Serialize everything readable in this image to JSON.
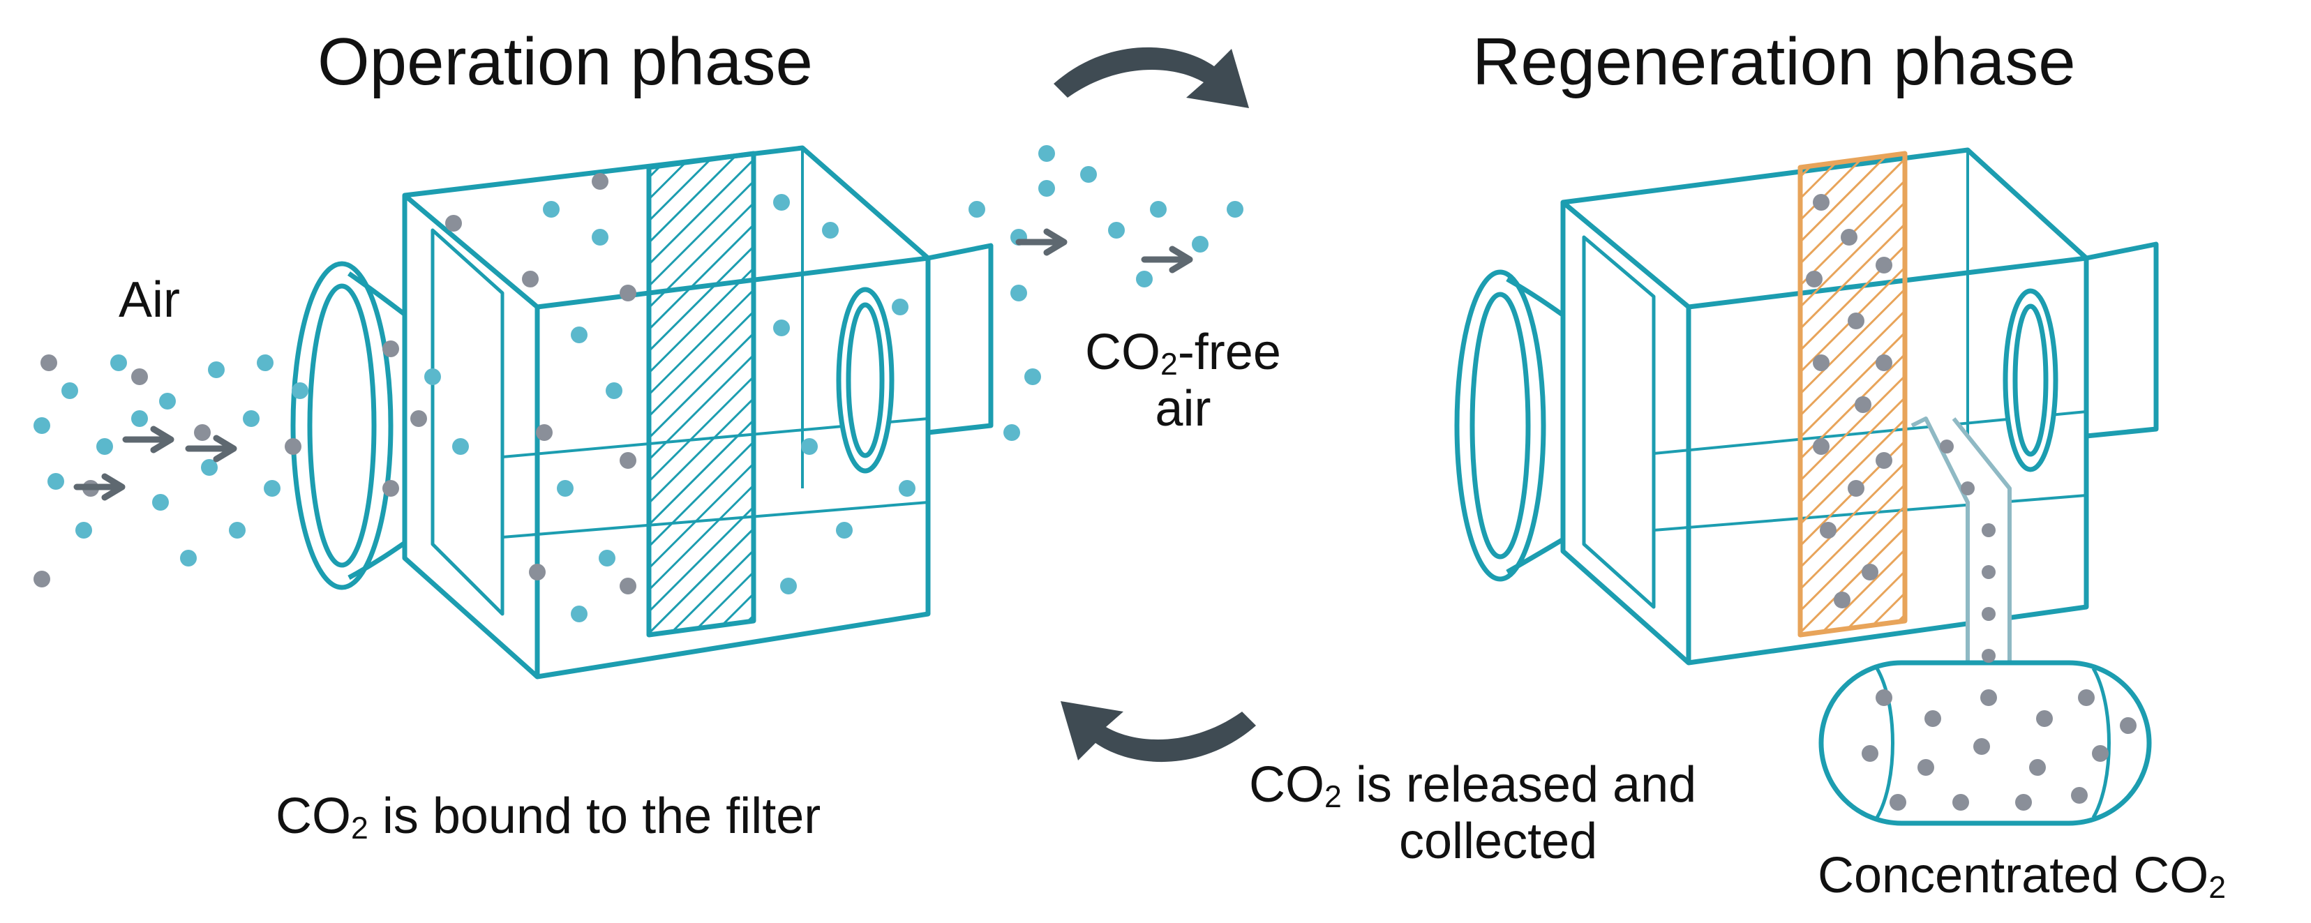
{
  "titles": {
    "operation": "Operation phase",
    "regeneration": "Regeneration phase"
  },
  "labels": {
    "air": "Air",
    "co2_free_prefix": "CO",
    "co2_free_sub": "2",
    "co2_free_line1_rest": "-free",
    "co2_free_line2": "air",
    "bound_prefix": "CO",
    "bound_sub": "2",
    "bound_rest": " is bound to the filter",
    "released_prefix": "CO",
    "released_sub": "2",
    "released_line1_rest": " is released and",
    "released_line2": "collected",
    "concentrated_text": "Concentrated CO",
    "concentrated_sub": "2"
  },
  "colors": {
    "teal": "#1c9db0",
    "teal_dark": "#127f91",
    "dot_blue": "#5bb8cc",
    "dot_gray": "#8a8f99",
    "arrow": "#3f4b53",
    "filter_orange": "#e8a45a"
  },
  "icons": {
    "cycle_top": "curved-arrow-right-icon",
    "cycle_bottom": "curved-arrow-left-icon",
    "flow": "chevron-right-icon"
  }
}
